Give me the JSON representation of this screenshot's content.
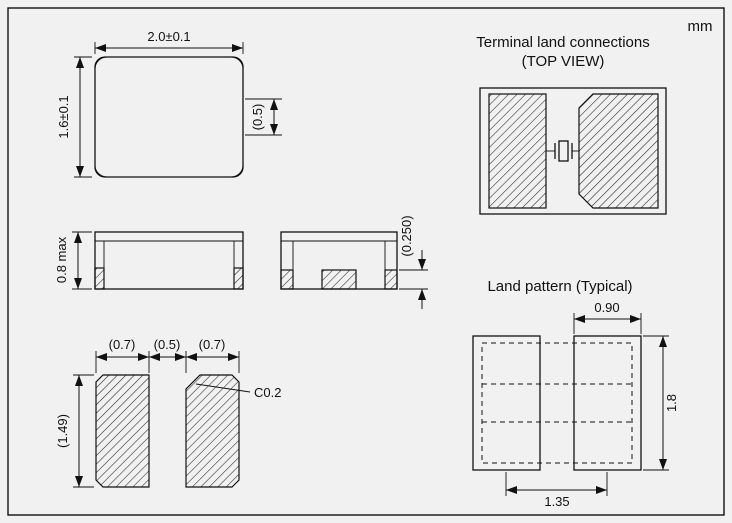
{
  "unit_label": "mm",
  "top_view": {
    "dim_width": "2.0±0.1",
    "dim_height": "1.6±0.1",
    "dim_center": "(0.5)"
  },
  "front_view": {
    "dim_height": "0.8 max"
  },
  "end_view": {
    "dim_standoff": "(0.250)"
  },
  "bottom_view": {
    "dim_pad_left": "(0.7)",
    "dim_gap": "(0.5)",
    "dim_pad_right": "(0.7)",
    "dim_pad_length": "(1.49)",
    "chamfer": "C0.2"
  },
  "terminal_land": {
    "title": "Terminal land connections",
    "subtitle": "(TOP VIEW)"
  },
  "land_pattern": {
    "title": "Land pattern (Typical)",
    "dim_pad_width": "0.90",
    "dim_pad_height": "1.8",
    "dim_pitch": "1.35"
  }
}
